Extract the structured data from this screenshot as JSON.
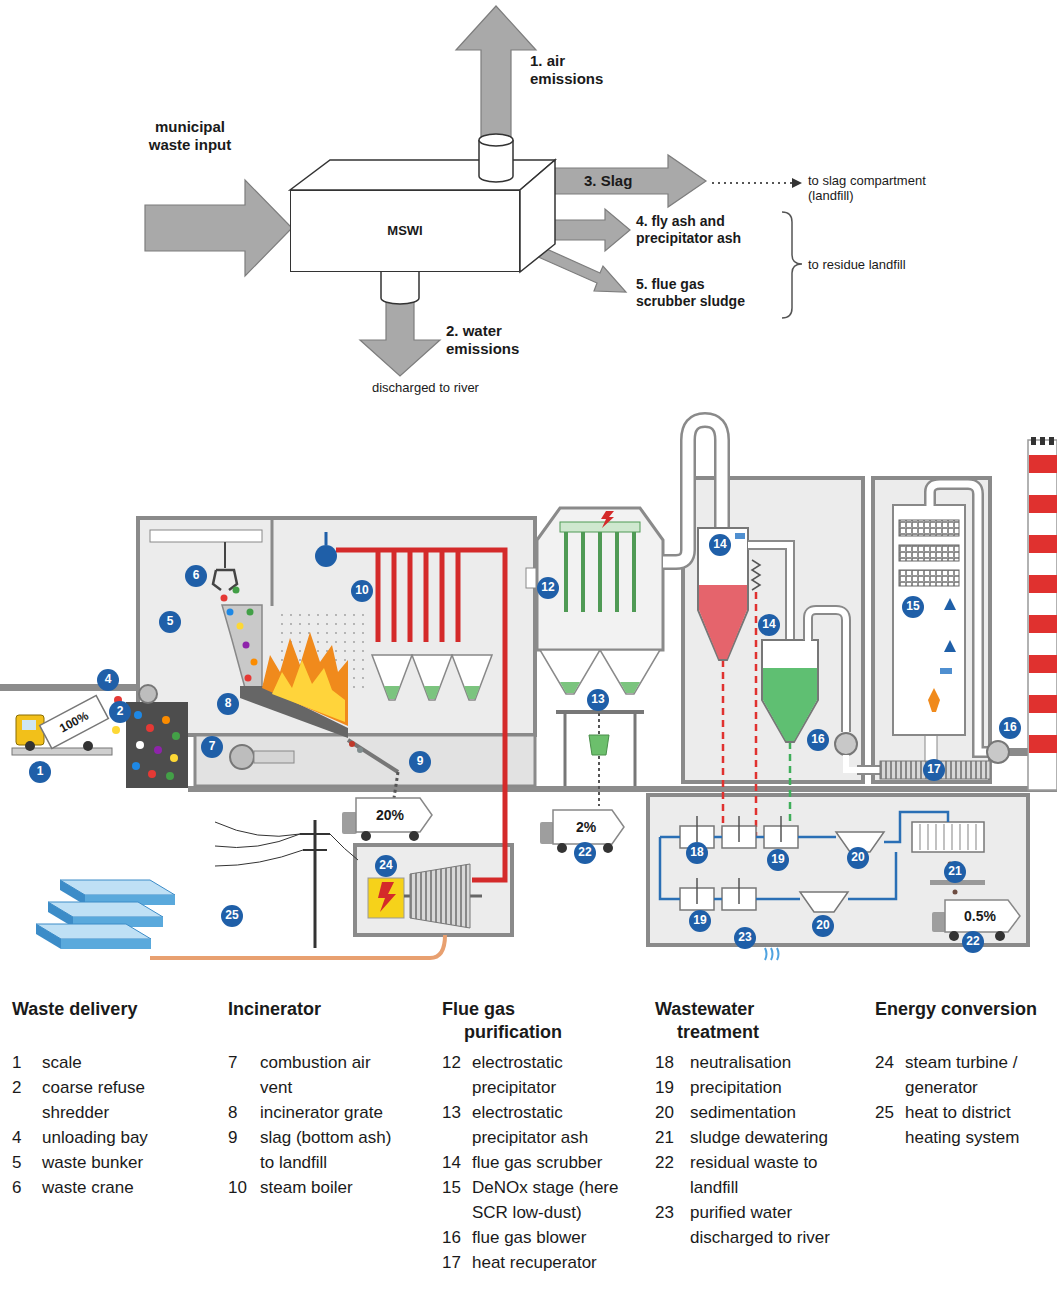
{
  "diagram": {
    "nodes": [
      {
        "text": [
          "MSWI"
        ]
      },
      {
        "text": [
          "1"
        ]
      },
      {
        "text": [
          "2"
        ]
      },
      {
        "text": [
          "4"
        ]
      },
      {
        "text": [
          "5"
        ]
      },
      {
        "text": [
          "6"
        ]
      },
      {
        "text": [
          "7"
        ]
      },
      {
        "text": [
          "8"
        ]
      },
      {
        "text": [
          "9"
        ]
      },
      {
        "text": [
          "10"
        ]
      },
      {
        "text": [
          "12"
        ]
      },
      {
        "text": [
          "13"
        ]
      },
      {
        "text": [
          "14"
        ]
      },
      {
        "text": [
          "14"
        ]
      },
      {
        "text": [
          "15"
        ]
      },
      {
        "text": [
          "16"
        ]
      },
      {
        "text": [
          "16"
        ]
      },
      {
        "text": [
          "17"
        ]
      },
      {
        "text": [
          "18"
        ]
      },
      {
        "text": [
          "19"
        ]
      },
      {
        "text": [
          "19"
        ]
      },
      {
        "text": [
          "20"
        ]
      },
      {
        "text": [
          "20"
        ]
      },
      {
        "text": [
          "21"
        ]
      },
      {
        "text": [
          "22"
        ]
      },
      {
        "text": [
          "22"
        ]
      },
      {
        "text": [
          "23"
        ]
      },
      {
        "text": [
          "24"
        ]
      },
      {
        "text": [
          "25"
        ]
      }
    ],
    "labels": [
      "municipal waste input",
      "1. air emissions",
      "2. water emissions",
      "discharged to river",
      "3. Slag",
      "to slag compartment (landfill)",
      "4. fly ash and precipitator ash",
      "5. flue gas scrubber sludge",
      "to residue landfill",
      "100%",
      "20%",
      "2%",
      "0.5%",
      "Waste delivery",
      "1",
      "scale",
      "2",
      "coarse refuse shredder",
      "4",
      "unloading bay",
      "5",
      "waste bunker",
      "6",
      "waste crane",
      "Incinerator",
      "7",
      "combustion air vent",
      "8",
      "incinerator grate",
      "9",
      "slag (bottom ash) to landfill",
      "10",
      "steam boiler",
      "Flue gas purification",
      "12",
      "electrostatic precipitator",
      "13",
      "electrostatic precipitator ash",
      "14",
      "flue gas scrubber",
      "15",
      "DeNOx stage (here SCR low-dust)",
      "16",
      "flue gas blower",
      "17",
      "heat recuperator",
      "Wastewater treatment",
      "18",
      "neutralisation",
      "19",
      "precipitation",
      "20",
      "sedimentation",
      "21",
      "sludge dewatering",
      "22",
      "residual waste to landfill",
      "23",
      "purified water discharged to river",
      "Energy conversion",
      "24",
      "steam turbine / generator",
      "25",
      "heat to district heating system"
    ]
  }
}
